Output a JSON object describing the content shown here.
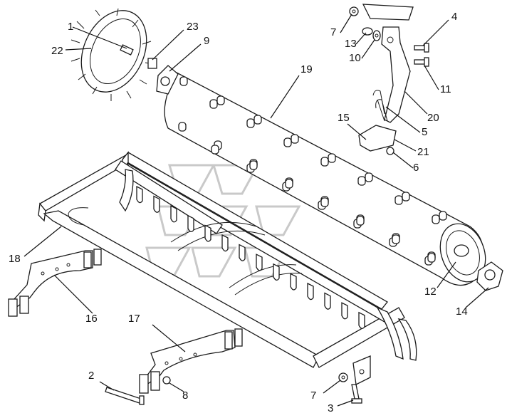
{
  "diagram": {
    "callouts": [
      {
        "id": "c1",
        "text": "1"
      },
      {
        "id": "c22",
        "text": "22"
      },
      {
        "id": "c23",
        "text": "23"
      },
      {
        "id": "c9",
        "text": "9"
      },
      {
        "id": "c7a",
        "text": "7"
      },
      {
        "id": "c13",
        "text": "13"
      },
      {
        "id": "c10",
        "text": "10"
      },
      {
        "id": "c4",
        "text": "4"
      },
      {
        "id": "c11",
        "text": "11"
      },
      {
        "id": "c19",
        "text": "19"
      },
      {
        "id": "c20",
        "text": "20"
      },
      {
        "id": "c15",
        "text": "15"
      },
      {
        "id": "c5",
        "text": "5"
      },
      {
        "id": "c21",
        "text": "21"
      },
      {
        "id": "c6",
        "text": "6"
      },
      {
        "id": "c18",
        "text": "18"
      },
      {
        "id": "c16",
        "text": "16"
      },
      {
        "id": "c12",
        "text": "12"
      },
      {
        "id": "c14",
        "text": "14"
      },
      {
        "id": "c17",
        "text": "17"
      },
      {
        "id": "c2",
        "text": "2"
      },
      {
        "id": "c8",
        "text": "8"
      },
      {
        "id": "c7b",
        "text": "7"
      },
      {
        "id": "c3",
        "text": "3"
      }
    ]
  }
}
